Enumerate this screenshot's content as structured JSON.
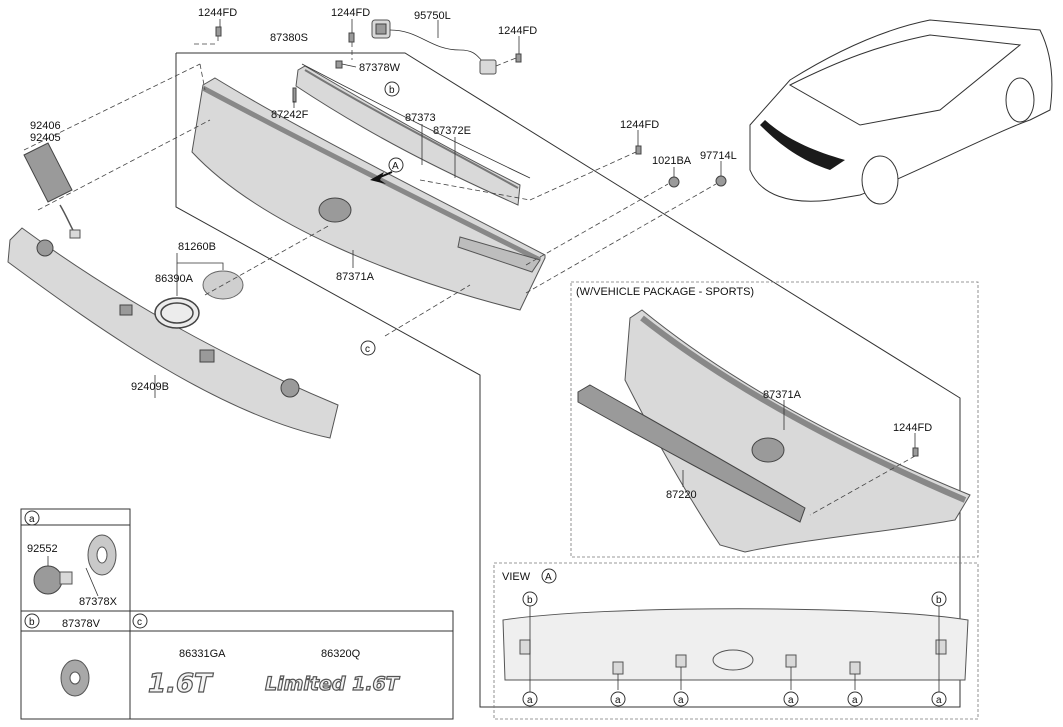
{
  "labels": {
    "fd_top_left": "1244FD",
    "fd_top_mid": "1244FD",
    "p95750l": "95750L",
    "fd_top_right": "1244FD",
    "p87380s": "87380S",
    "p87378w": "87378W",
    "p87242f": "87242F",
    "p87373": "87373",
    "p87372e": "87372E",
    "p92406": "92406",
    "p92405": "92405",
    "p81260b": "81260B",
    "p86390a": "86390A",
    "p87371a": "87371A",
    "fd_right": "1244FD",
    "p1021ba": "1021BA",
    "p97714l": "97714L",
    "p92409b": "92409B",
    "package_title": "(W/VEHICLE PACKAGE - SPORTS)",
    "p87371a_sports": "87371A",
    "fd_sports": "1244FD",
    "p87220": "87220",
    "view_title": "VIEW",
    "p92552": "92552",
    "p87378x": "87378X",
    "p87378v": "87378V",
    "p86331ga": "86331GA",
    "p86320q": "86320Q"
  },
  "callouts": {
    "a": "a",
    "b": "b",
    "c": "c",
    "view": "A"
  },
  "emblems": {
    "e16t": "1.6T",
    "limited": "Limited 1.6T"
  }
}
